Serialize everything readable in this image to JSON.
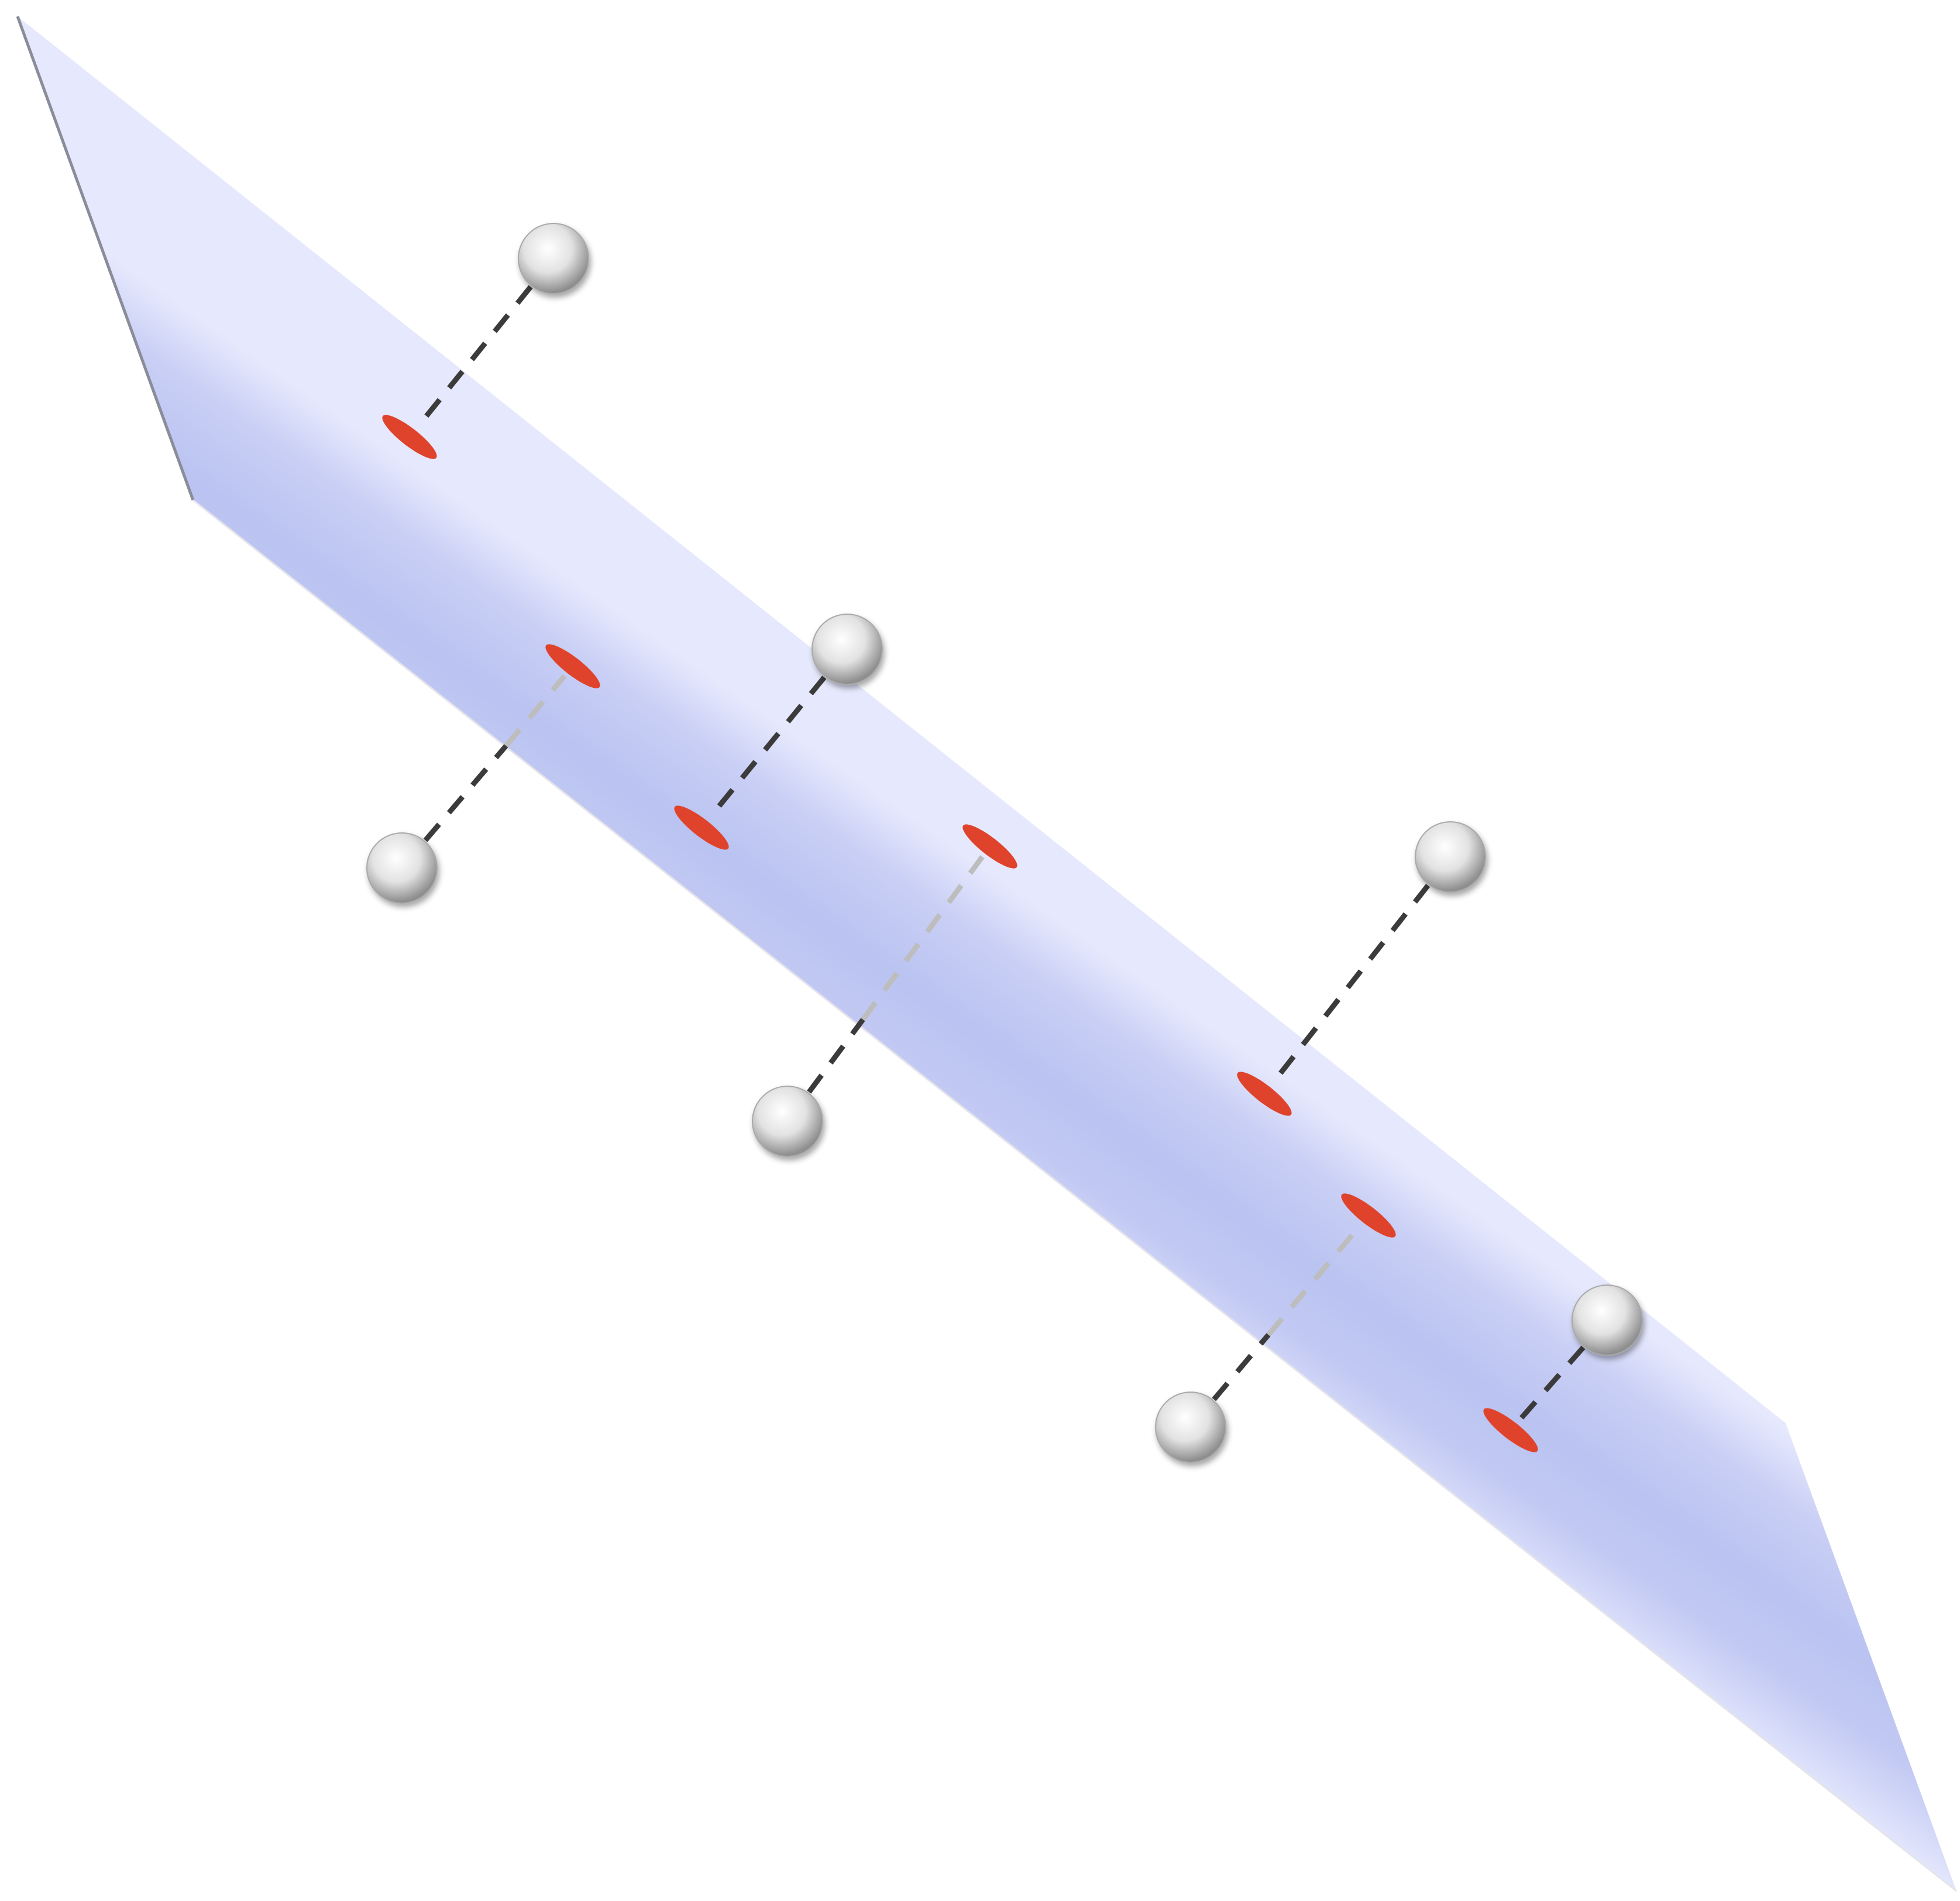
{
  "diagram": {
    "kind": "points-projected-onto-plane",
    "colors": {
      "background": "#ffffff",
      "plane_light": "#eef0ff",
      "plane_mid": "#c5ccf3",
      "plane_core": "#bac3f1",
      "plane_edge": "#8a8d99",
      "foot_marker": "#e0432b",
      "line_dark": "#3b3b3b",
      "line_faint": "#bdbdbd",
      "sphere_light": "#ffffff",
      "sphere_mid": "#e2e2e2",
      "sphere_dark": "#8f8f8f"
    },
    "points": [
      {
        "id": "p1",
        "side": "above",
        "line_style": "dark"
      },
      {
        "id": "p2",
        "side": "below",
        "line_style": "faint-then-dark"
      },
      {
        "id": "p3",
        "side": "above",
        "line_style": "dark"
      },
      {
        "id": "p4",
        "side": "below",
        "line_style": "faint-then-dark"
      },
      {
        "id": "p5",
        "side": "above",
        "line_style": "dark"
      },
      {
        "id": "p6",
        "side": "below",
        "line_style": "faint-then-dark"
      },
      {
        "id": "p7",
        "side": "above",
        "line_style": "dark"
      }
    ]
  }
}
